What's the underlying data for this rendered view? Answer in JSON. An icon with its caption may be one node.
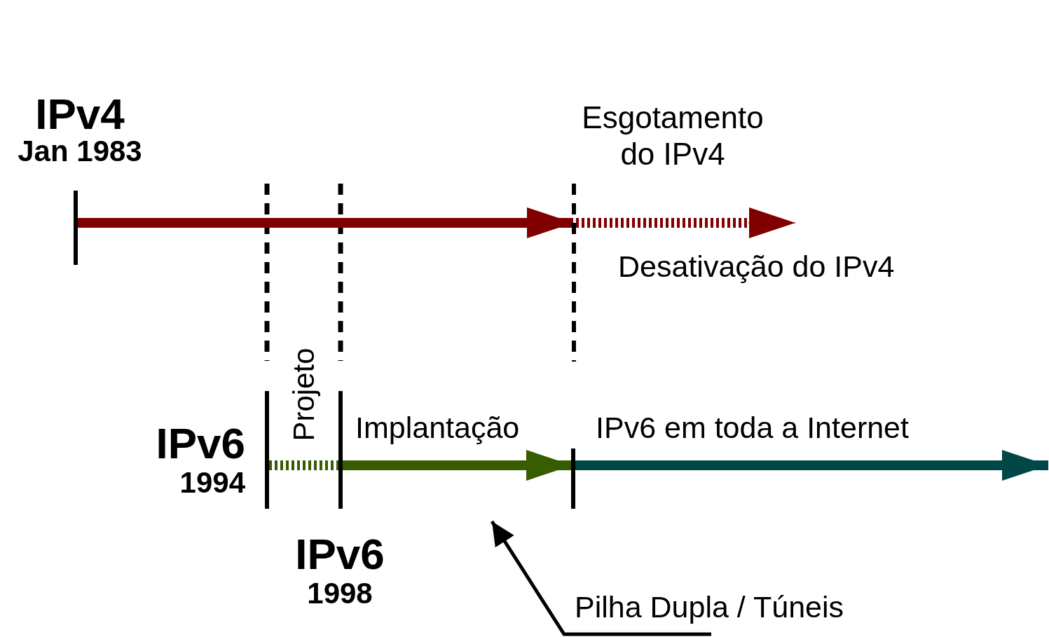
{
  "diagram": {
    "nodes": [
      {
        "text": [
          "IPv4",
          "Jan 1983"
        ]
      },
      {
        "text": [],
        "shape": "bar"
      },
      {
        "text": [
          "Esgotamento do IPv4"
        ]
      },
      {
        "text": [],
        "shape": "bar"
      },
      {
        "text": [
          "IPv6",
          "1994"
        ]
      },
      {
        "text": [],
        "shape": "bar"
      },
      {
        "text": [
          "Projeto"
        ]
      },
      {
        "text": [],
        "shape": "bar"
      },
      {
        "text": [
          "Implantação"
        ]
      },
      {
        "text": [],
        "shape": "bar"
      },
      {
        "text": [
          "IPv6 em toda a Internet"
        ]
      },
      {
        "text": [
          "IPv6",
          "1998"
        ]
      },
      {
        "text": [
          "Pilha Dupla / Túneis"
        ]
      }
    ],
    "edges": [
      {
        "from": 1,
        "to": 3,
        "arrow": "to",
        "color": "#800000"
      },
      {
        "from": 3,
        "to": null,
        "arrow": "to",
        "label": "Desativação do IPv4",
        "style": "dashed",
        "color": "#800000"
      },
      {
        "from": 5,
        "to": 7,
        "arrow": "none",
        "style": "dashed",
        "color": "#385d00"
      },
      {
        "from": 7,
        "to": 9,
        "arrow": "to",
        "color": "#385d00"
      },
      {
        "from": 9,
        "to": null,
        "arrow": "to",
        "color": "#004848"
      },
      {
        "from": 12,
        "to": null,
        "arrow": "to",
        "color": "#000000"
      }
    ]
  }
}
